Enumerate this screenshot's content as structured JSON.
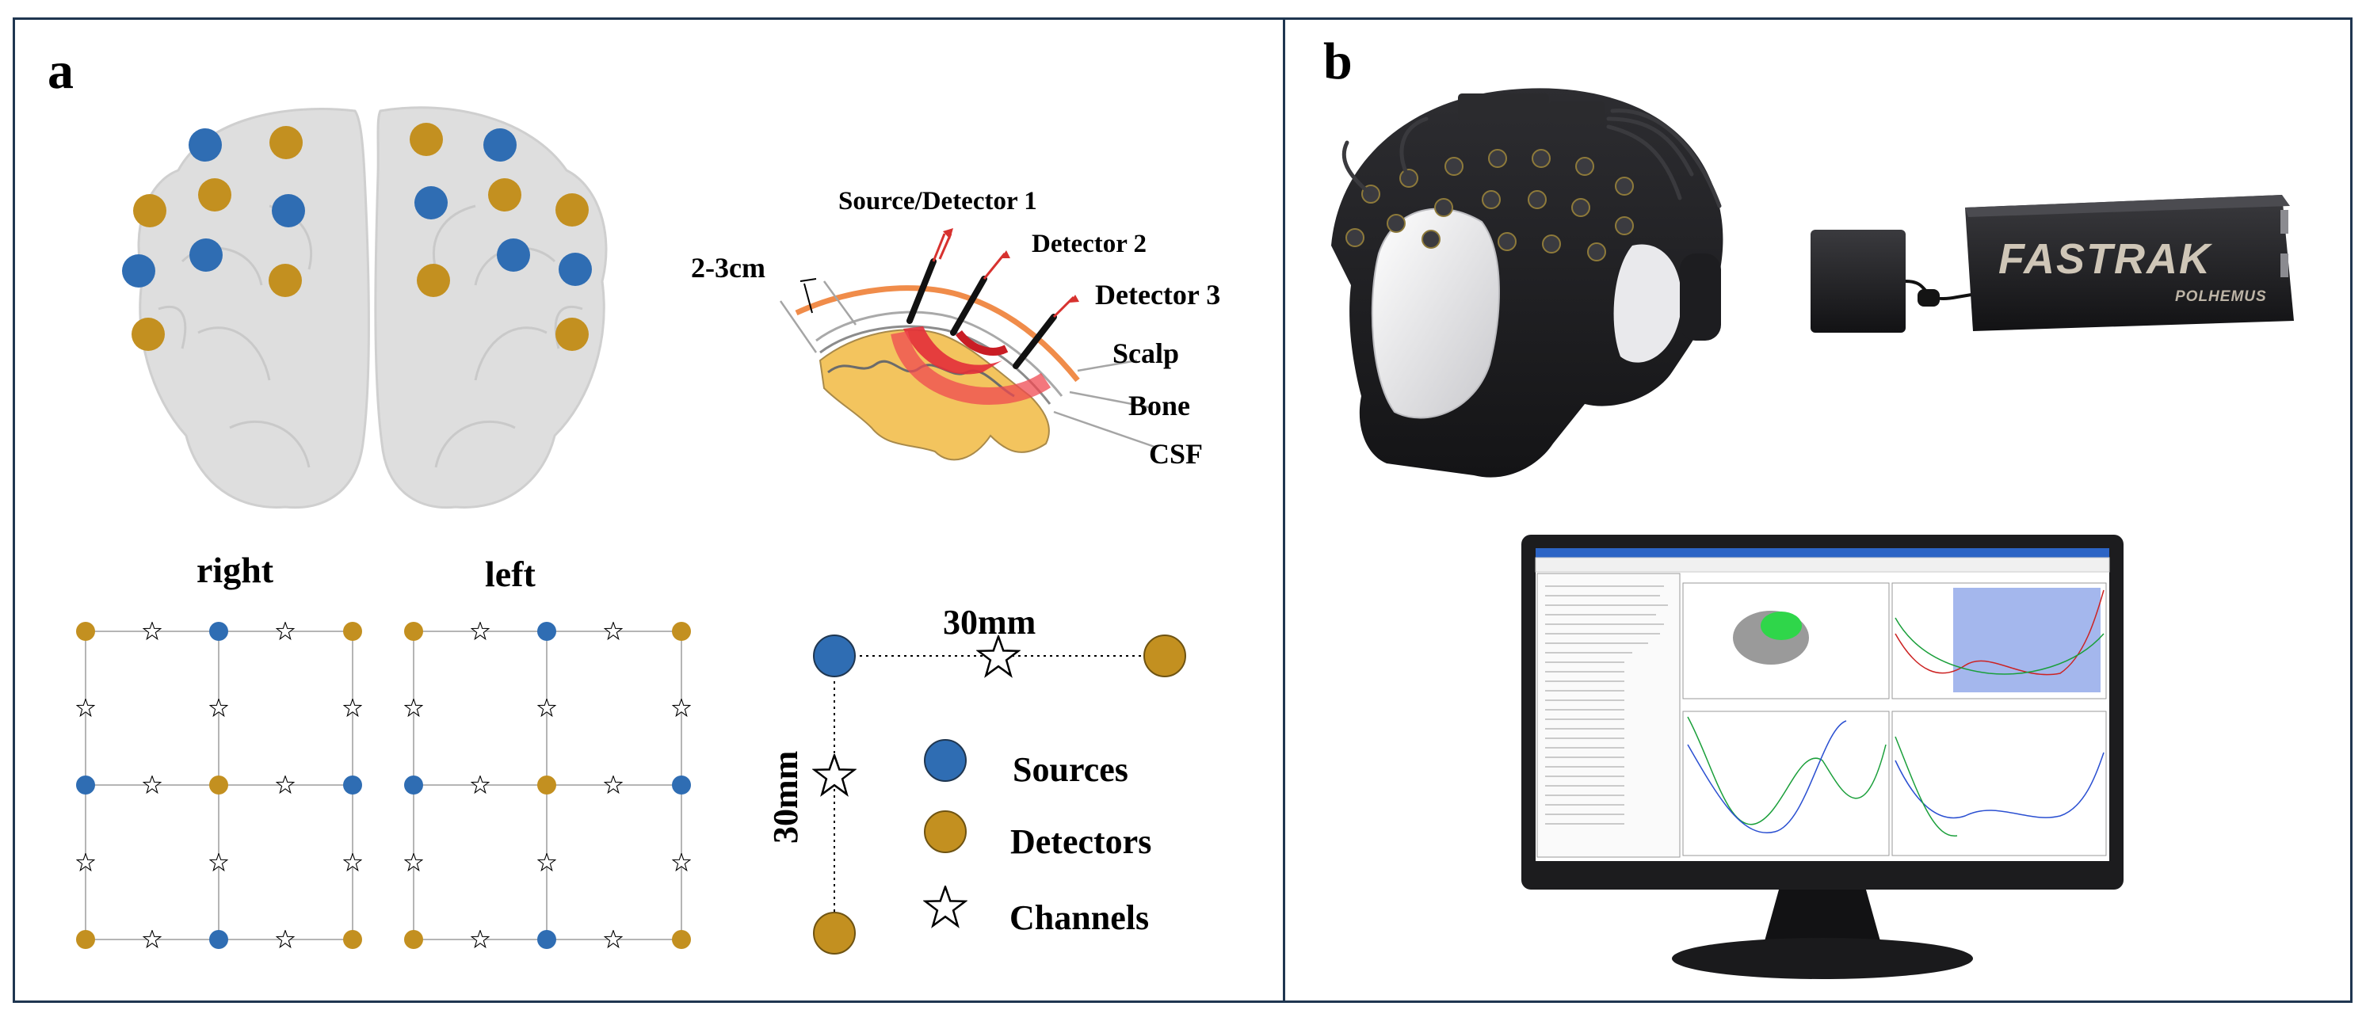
{
  "panel_a": {
    "label": "a",
    "brain": {
      "hemisphere_right": "right",
      "hemisphere_left": "left"
    },
    "tissue": {
      "labels": [
        "Source/Detector 1",
        "Detector 2",
        "Detector 3",
        "Scalp",
        "Bone",
        "CSF"
      ],
      "depth": "2-3cm"
    },
    "spacing": {
      "horizontal": "30mm",
      "vertical": "30mm"
    },
    "legend": {
      "sources": "Sources",
      "detectors": "Detectors",
      "channels": "Channels"
    }
  },
  "panel_b": {
    "label": "b",
    "device": {
      "brand": "FASTRAK",
      "maker": "POLHEMUS"
    }
  },
  "colors": {
    "source": "#2f6db3",
    "detector": "#c39020",
    "border": "#1f3650",
    "laser": "#d7322f",
    "cortex": "#f3c45e",
    "screen_highlight": "#2fd64a"
  }
}
